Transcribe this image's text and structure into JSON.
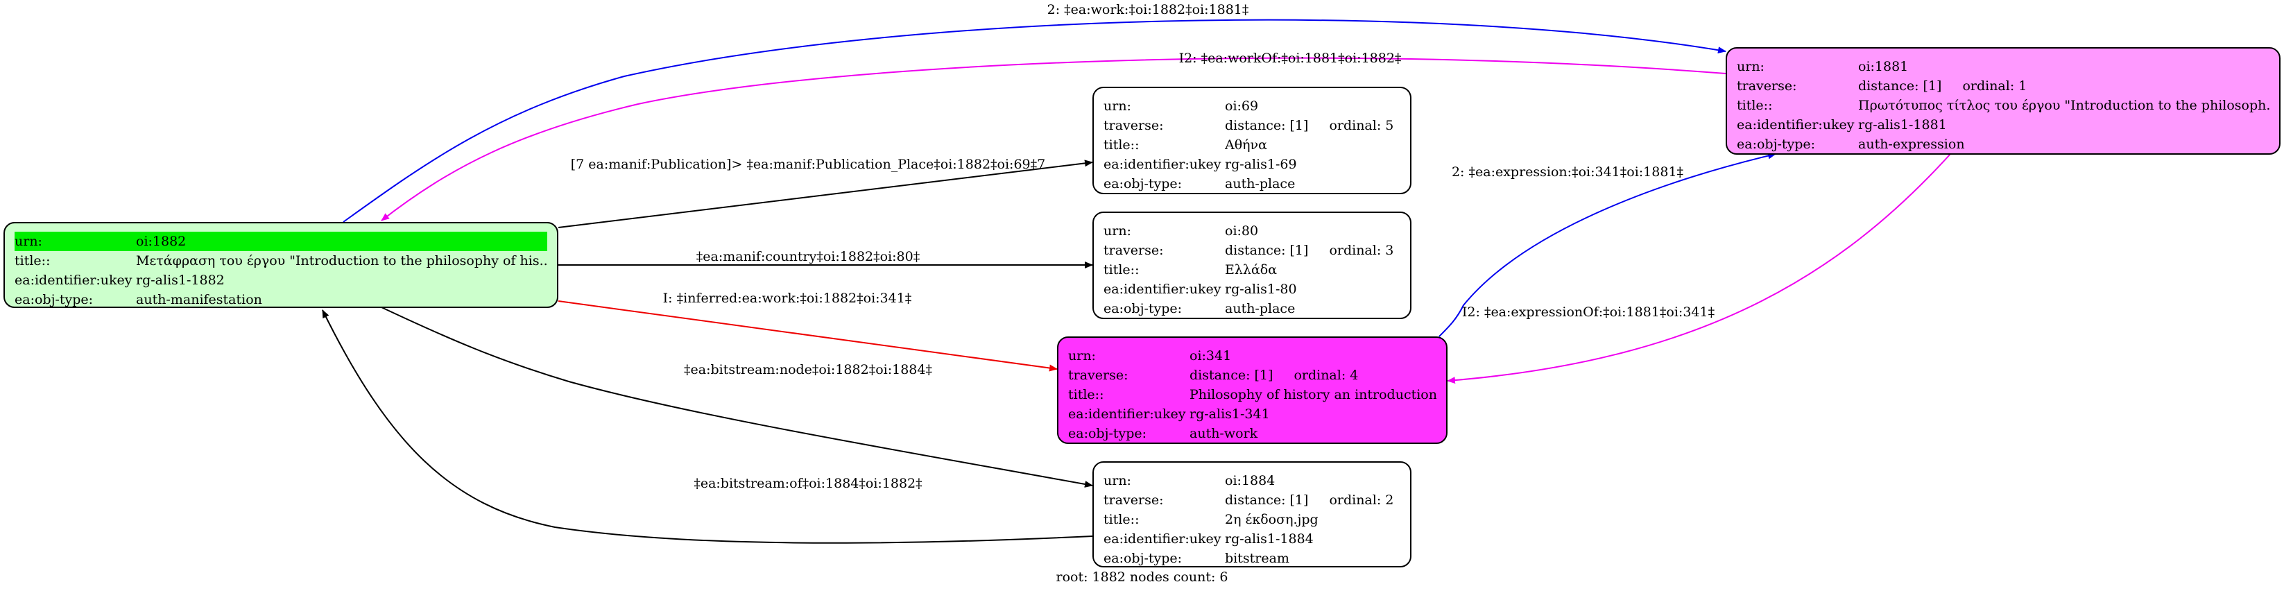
{
  "colors": {
    "root_fill": "#ccffcc",
    "root_highlight": "#00ee00",
    "work_fill": "#ff33ff",
    "expression_fill": "#ff99ff",
    "plain_fill": "#ffffff",
    "edge_black": "#000000",
    "edge_blue": "#0000ee",
    "edge_magenta": "#ee00ee",
    "edge_red": "#ee0000"
  },
  "nodes": {
    "n1882": {
      "urn_key": "urn:",
      "urn": "oi:1882",
      "title_key": "title::",
      "title": "Μετάφραση του έργου \"Introduction to the philosophy of his...",
      "ukey_key": "ea:identifier:ukey",
      "ukey": "rg-alis1-1882",
      "type_key": "ea:obj-type:",
      "type": "auth-manifestation"
    },
    "n69": {
      "urn_key": "urn:",
      "urn": "oi:69",
      "traverse_key": "traverse:",
      "distance": "distance: [1]",
      "ordinal": "ordinal: 5",
      "title_key": "title::",
      "title": "Αθήνα",
      "ukey_key": "ea:identifier:ukey",
      "ukey": "rg-alis1-69",
      "type_key": "ea:obj-type:",
      "type": "auth-place"
    },
    "n80": {
      "urn_key": "urn:",
      "urn": "oi:80",
      "traverse_key": "traverse:",
      "distance": "distance: [1]",
      "ordinal": "ordinal: 3",
      "title_key": "title::",
      "title": "Ελλάδα",
      "ukey_key": "ea:identifier:ukey",
      "ukey": "rg-alis1-80",
      "type_key": "ea:obj-type:",
      "type": "auth-place"
    },
    "n341": {
      "urn_key": "urn:",
      "urn": "oi:341",
      "traverse_key": "traverse:",
      "distance": "distance: [1]",
      "ordinal": "ordinal: 4",
      "title_key": "title::",
      "title": "Philosophy of history an introduction",
      "ukey_key": "ea:identifier:ukey",
      "ukey": "rg-alis1-341",
      "type_key": "ea:obj-type:",
      "type": "auth-work"
    },
    "n1884": {
      "urn_key": "urn:",
      "urn": "oi:1884",
      "traverse_key": "traverse:",
      "distance": "distance: [1]",
      "ordinal": "ordinal: 2",
      "title_key": "title::",
      "title": "2η έκδοση.jpg",
      "ukey_key": "ea:identifier:ukey",
      "ukey": "rg-alis1-1884",
      "type_key": "ea:obj-type:",
      "type": "bitstream"
    },
    "n1881": {
      "urn_key": "urn:",
      "urn": "oi:1881",
      "traverse_key": "traverse:",
      "distance": "distance: [1]",
      "ordinal": "ordinal: 1",
      "title_key": "title::",
      "title": "Πρωτότυπος τίτλος του έργου \"Introduction to the philosoph...",
      "ukey_key": "ea:identifier:ukey",
      "ukey": "rg-alis1-1881",
      "type_key": "ea:obj-type:",
      "type": "auth-expression"
    }
  },
  "edges": {
    "work": "2: ‡ea:work:‡oi:1882‡oi:1881‡",
    "workOf": "I2: ‡ea:workOf:‡oi:1881‡oi:1882‡",
    "place": "[7 ea:manif:Publication]> ‡ea:manif:Publication_Place‡oi:1882‡oi:69‡7",
    "country": "‡ea:manif:country‡oi:1882‡oi:80‡",
    "inferred": "I: ‡inferred:ea:work:‡oi:1882‡oi:341‡",
    "node": "‡ea:bitstream:node‡oi:1882‡oi:1884‡",
    "of": "‡ea:bitstream:of‡oi:1884‡oi:1882‡",
    "expression": "2: ‡ea:expression:‡oi:341‡oi:1881‡",
    "expressionOf": "I2: ‡ea:expressionOf:‡oi:1881‡oi:341‡"
  },
  "footer": "root: 1882 nodes count: 6"
}
